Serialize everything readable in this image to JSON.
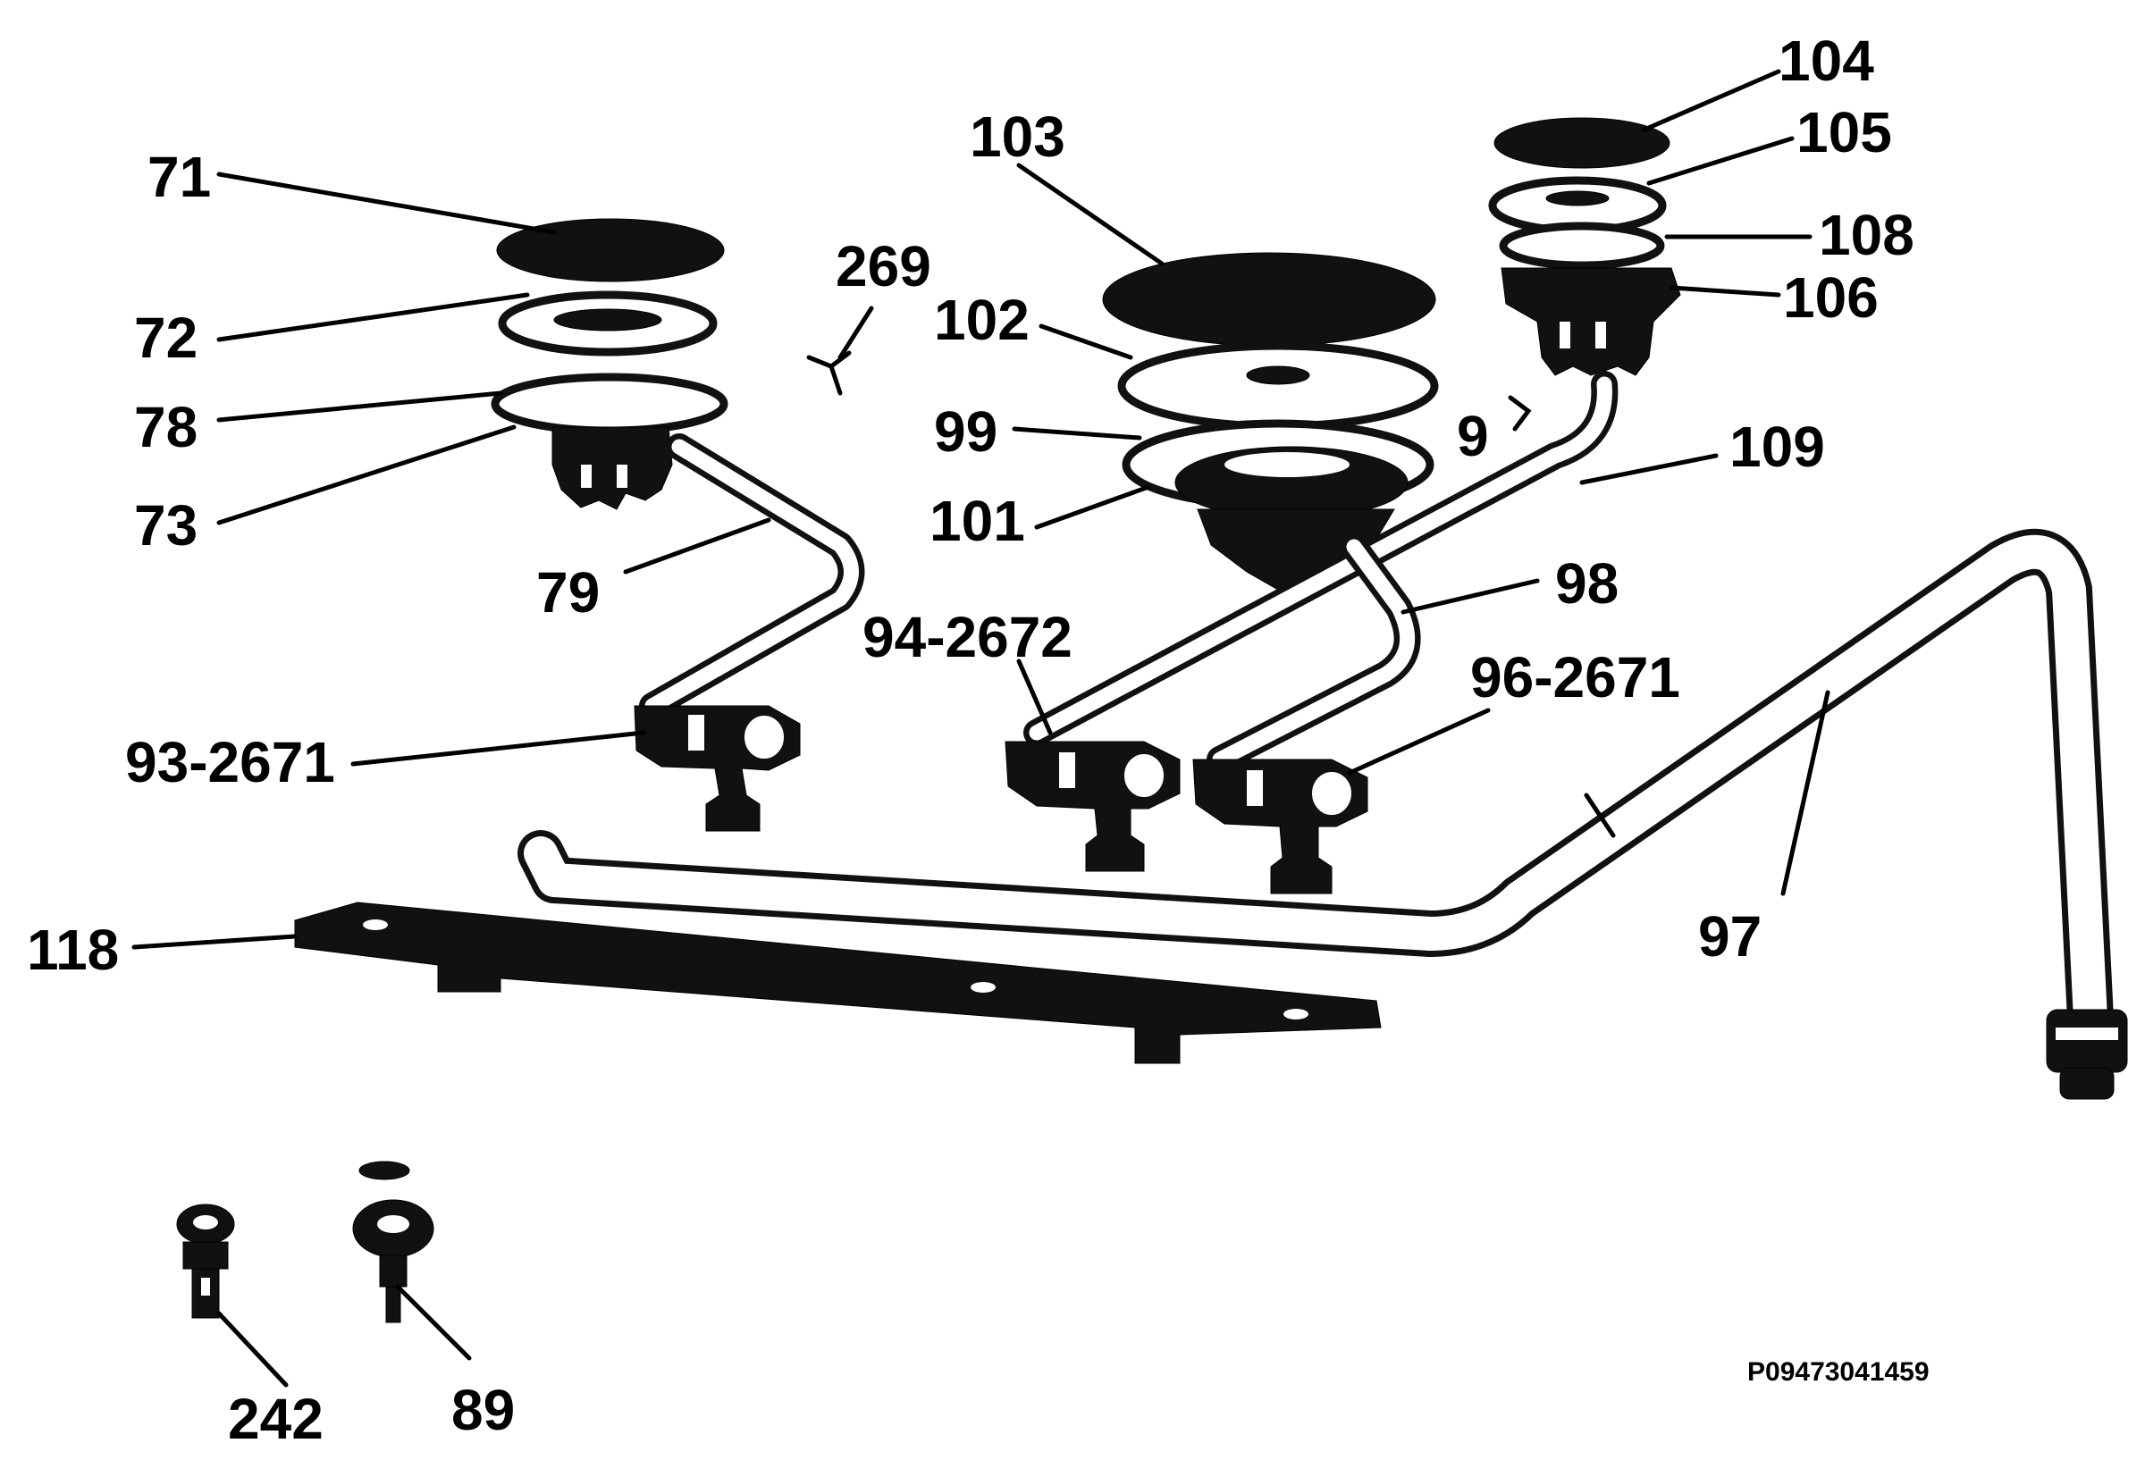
{
  "labels": {
    "l71": "71",
    "l72": "72",
    "l78": "78",
    "l73": "73",
    "l79": "79",
    "l269": "269",
    "l103": "103",
    "l102": "102",
    "l99": "99",
    "l101": "101",
    "l9": "9",
    "l104": "104",
    "l105": "105",
    "l108": "108",
    "l106": "106",
    "l109": "109",
    "l98": "98",
    "l94_2672": "94-2672",
    "l96_2671": "96-2671",
    "l93_2671": "93-2671",
    "l97": "97",
    "l118": "118",
    "l242": "242",
    "l89": "89"
  },
  "drawing_ref": "P09473041459"
}
